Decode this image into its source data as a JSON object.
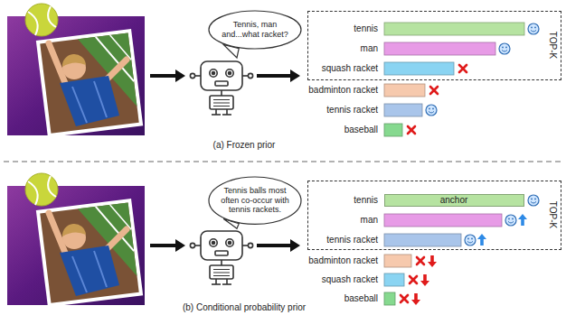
{
  "diagram": {
    "nodes": [
      {
        "text": [
          "Tennis, man and...what racket?"
        ]
      },
      {
        "text": [
          "TOP-K"
        ]
      },
      {
        "text": [
          "Tennis balls most often co-occur with tennis rackets."
        ]
      },
      {
        "text": [
          "TOP-K"
        ]
      },
      {
        "text": [
          "anchor"
        ],
        "in": 3
      }
    ],
    "labels": [
      "tennis",
      "man",
      "squash racket",
      "badminton racket",
      "tennis racket",
      "baseball",
      "(a) Frozen prior",
      "tennis",
      "man",
      "tennis racket",
      "badminton racket",
      "squash racket",
      "baseball",
      "(b) Conditional probability prior"
    ]
  }
}
